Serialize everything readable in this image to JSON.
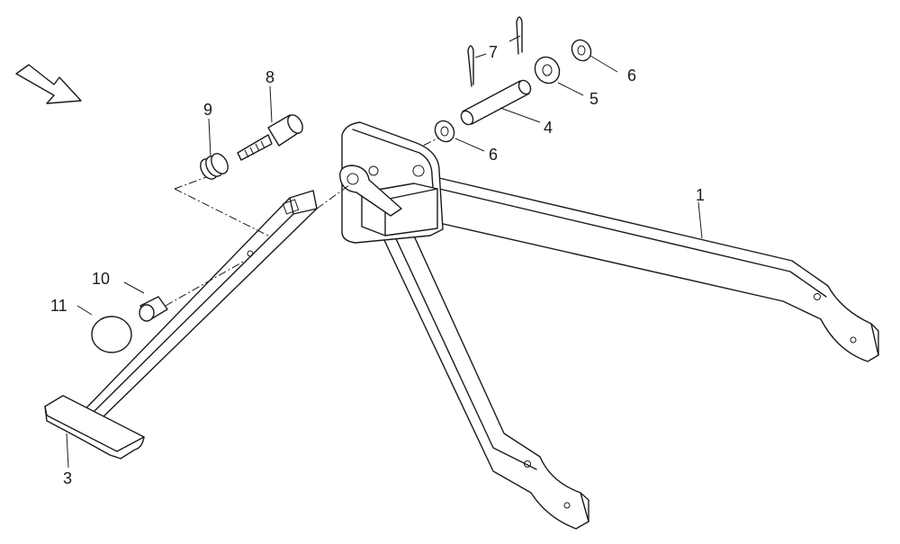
{
  "callouts": {
    "c1": "1",
    "c3": "3",
    "c4": "4",
    "c5": "5",
    "c6a": "6",
    "c6b": "6",
    "c7": "7",
    "c8": "8",
    "c9": "9",
    "c10": "10",
    "c11": "11"
  },
  "icons": {
    "direction_arrow": "arrow-icon"
  }
}
